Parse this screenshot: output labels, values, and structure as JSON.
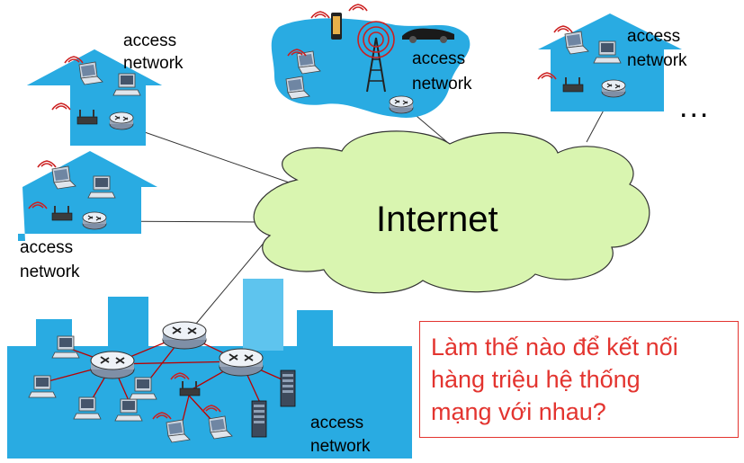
{
  "labels": {
    "access_top_left_1": "access",
    "access_top_left_2": "network",
    "access_top_center_1": "access",
    "access_top_center_2": "network",
    "access_top_right_1": "access",
    "access_top_right_2": "network",
    "access_mid_left_1": "access",
    "access_mid_left_2": "network",
    "access_bottom_1": "access",
    "access_bottom_2": "network",
    "internet": "Internet",
    "ellipsis": "..."
  },
  "question": {
    "line1": "Làm thế nào để kết nối",
    "line2": "hàng triệu hệ thống",
    "line3": "mạng với nhau?"
  },
  "colors": {
    "house_blue": "#29abe2",
    "cloud_green": "#d9f5b0",
    "question_red": "#e3342f",
    "link_red": "#cc0000"
  }
}
